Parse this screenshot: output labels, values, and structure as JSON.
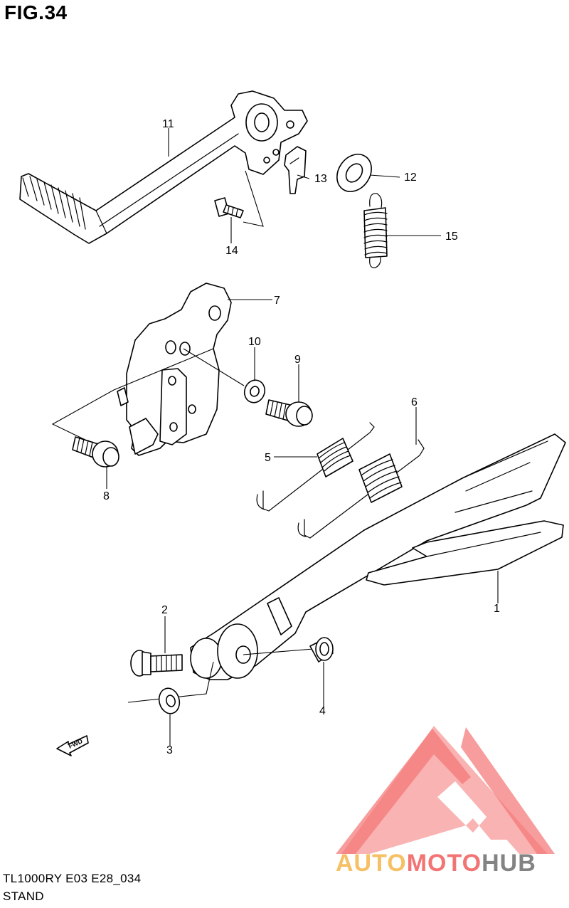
{
  "figure": {
    "title": "FIG.34"
  },
  "footer": {
    "model_code": "TL1000RY E03 E28_034",
    "section_name": "STAND"
  },
  "callouts": [
    "1",
    "2",
    "3",
    "4",
    "5",
    "6",
    "7",
    "8",
    "9",
    "10",
    "11",
    "12",
    "13",
    "14",
    "15"
  ],
  "fwd_label": "FWD",
  "logo": {
    "part1": "AUTO",
    "part2": "MOTO",
    "part3": "HUB",
    "color_main": "#f25c5c",
    "color_auto": "#f5b64a",
    "color_hub": "#6e6e6e"
  }
}
